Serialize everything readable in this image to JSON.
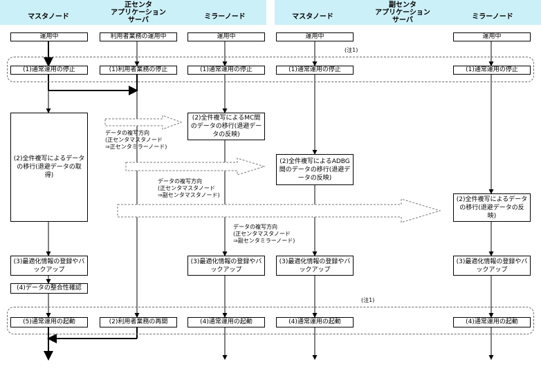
{
  "headers": {
    "primary_master": "マスタノード",
    "primary_app": [
      "正センタ",
      "アプリケーション",
      "サーバ"
    ],
    "primary_mirror": "ミラーノード",
    "secondary_master": "マスタノード",
    "secondary_app": [
      "副センタ",
      "アプリケーション",
      "サーバ"
    ],
    "secondary_mirror": "ミラーノード"
  },
  "row_running": {
    "c1": "運用中",
    "c2": "利用者業務の運用中",
    "c3": "運用中",
    "c4": "運用中",
    "c6": "運用中"
  },
  "row_stop": {
    "c1": "(1)通常運用の停止",
    "c2": "(1)利用者業務の停止",
    "c3": "(1)通常運用の停止",
    "c4": "(1)通常運用の停止",
    "c6": "(1)通常運用の停止"
  },
  "row_copy": {
    "c1": "(2)全件複写によるデータの移行(退避データの取得)",
    "c3": "(2)全件複写によるMC間のデータの移行(退避データの反映)",
    "c4": "(2)全件複写によるADBG間のデータの移行(退避データの反映)",
    "c6": "(2)全件複写によるデータの移行(退避データの反映)"
  },
  "row_optimize": {
    "c1": "(3)最適化情報の登録やバックアップ",
    "c3": "(3)最適化情報の登録やバックアップ",
    "c4": "(3)最適化情報の登録やバックアップ",
    "c6": "(3)最適化情報の登録やバックアップ"
  },
  "row_check": {
    "c1": "(4)データの整合性確認"
  },
  "row_start": {
    "c1": "(5)通常運用の起動",
    "c2": "(2)利用者業務の再開",
    "c3": "(4)通常運用の起動",
    "c4": "(4)通常運用の起動",
    "c6": "(4)通常運用の起動"
  },
  "notes": {
    "note1": "(注1)",
    "note2": "(注1)"
  },
  "copy_labels": {
    "to_primary_mirror": "データの複写方向\n(正センタマスタノード\n⇒正センタミラーノード)",
    "to_secondary_master": "データの複写方向\n(正センタマスタノード\n⇒副センタマスタノード)",
    "to_secondary_mirror": "データの複写方向\n(正センタマスタノード\n⇒副センタミラーノード)"
  }
}
